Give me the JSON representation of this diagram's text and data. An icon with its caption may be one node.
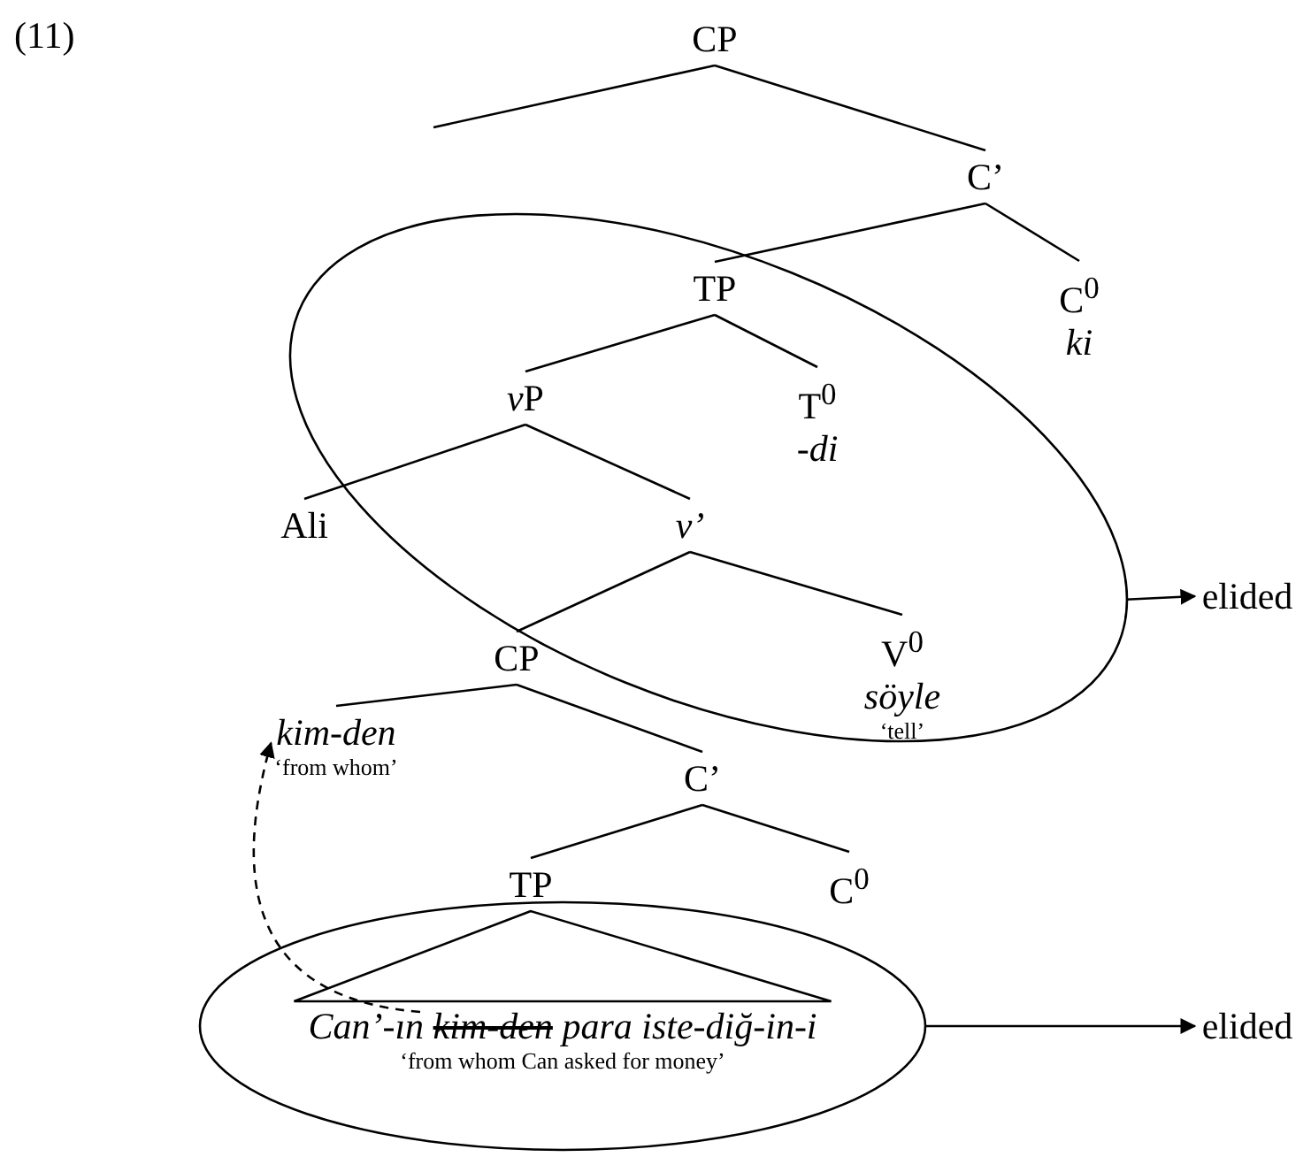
{
  "diagram": {
    "nodes": [
      {
        "text": [
          "CP"
        ]
      },
      {
        "text": [
          "C’"
        ]
      },
      {
        "text": [],
        "shape": "ellipse"
      },
      {
        "text": [
          "TP"
        ],
        "in": 2
      },
      {
        "text": [
          "C$^{0}$",
          "ki"
        ]
      },
      {
        "text": [
          "vP"
        ],
        "in": 2
      },
      {
        "text": [
          "T$^{0}$",
          "-di"
        ],
        "in": 2
      },
      {
        "text": [
          "Ali"
        ]
      },
      {
        "text": [
          "v’"
        ],
        "in": 2
      },
      {
        "text": [
          "elided"
        ]
      },
      {
        "text": [
          "CP"
        ]
      },
      {
        "text": [
          "V$^{0}$",
          "söyle",
          "‘tell’"
        ],
        "in": 2
      },
      {
        "text": [
          "kim-den",
          "‘from whom’"
        ]
      },
      {
        "text": [
          "C’"
        ]
      },
      {
        "text": [],
        "shape": "ellipse"
      },
      {
        "text": [
          "TP"
        ]
      },
      {
        "text": [
          "C$^{0}$"
        ]
      },
      {
        "text": [
          "Can’-ın kim-den para iste-diğ-in-i",
          "‘from whom Can asked for money’"
        ],
        "in": 14
      },
      {
        "text": [
          "elided"
        ]
      }
    ],
    "edges": [
      {
        "from": 0,
        "to": null,
        "arrow": "none"
      },
      {
        "from": 0,
        "to": 1,
        "arrow": "none"
      },
      {
        "from": 1,
        "to": 3,
        "arrow": "none"
      },
      {
        "from": 1,
        "to": 4,
        "arrow": "none"
      },
      {
        "from": 3,
        "to": 5,
        "arrow": "none"
      },
      {
        "from": 3,
        "to": 6,
        "arrow": "none"
      },
      {
        "from": 5,
        "to": 7,
        "arrow": "none"
      },
      {
        "from": 5,
        "to": 8,
        "arrow": "none"
      },
      {
        "from": 8,
        "to": 10,
        "arrow": "none"
      },
      {
        "from": 8,
        "to": 11,
        "arrow": "none"
      },
      {
        "from": 10,
        "to": 12,
        "arrow": "none"
      },
      {
        "from": 10,
        "to": 13,
        "arrow": "none"
      },
      {
        "from": 13,
        "to": 15,
        "arrow": "none"
      },
      {
        "from": 13,
        "to": 16,
        "arrow": "none"
      },
      {
        "from": 15,
        "to": 17,
        "arrow": "none"
      },
      {
        "from": 2,
        "to": 9,
        "arrow": "to"
      },
      {
        "from": 14,
        "to": 18,
        "arrow": "to"
      },
      {
        "from": 17,
        "to": 12,
        "arrow": "to",
        "style": "dashed"
      }
    ],
    "labels": [
      "(11)"
    ]
  }
}
